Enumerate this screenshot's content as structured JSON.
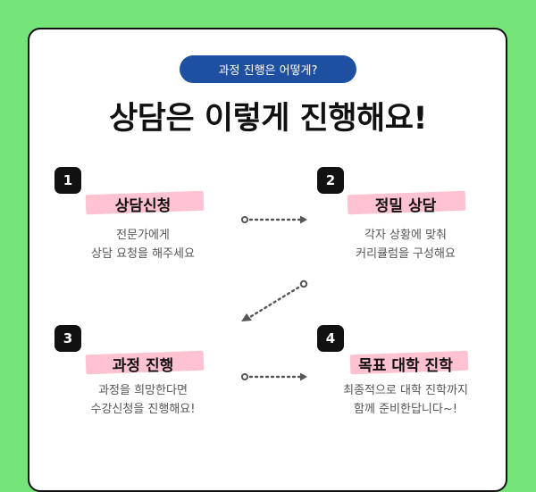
{
  "header": {
    "pill_label": "과정 진행은 어떻게?",
    "title": "상담은 이렇게 진행해요!"
  },
  "steps": [
    {
      "number": "1",
      "title": "상담신청",
      "desc_line1": "전문가에게",
      "desc_line2": "상담 요청을 해주세요"
    },
    {
      "number": "2",
      "title": "정밀 상담",
      "desc_line1": "각자 상황에 맞춰",
      "desc_line2": "커리큘럼을 구성해요"
    },
    {
      "number": "3",
      "title": "과정 진행",
      "desc_line1": "과정을 희망한다면",
      "desc_line2": "수강신청을 진행해요!"
    },
    {
      "number": "4",
      "title": "목표 대학 진학",
      "desc_line1": "최종적으로 대학 진학까지",
      "desc_line2": "함께 준비한답니다~!"
    }
  ],
  "colors": {
    "background": "#75e57a",
    "pill": "#1e4fa0",
    "highlight": "#ff7896",
    "arrow": "#555555"
  },
  "icons": {
    "arrow": "dotted-arrow-icon"
  }
}
